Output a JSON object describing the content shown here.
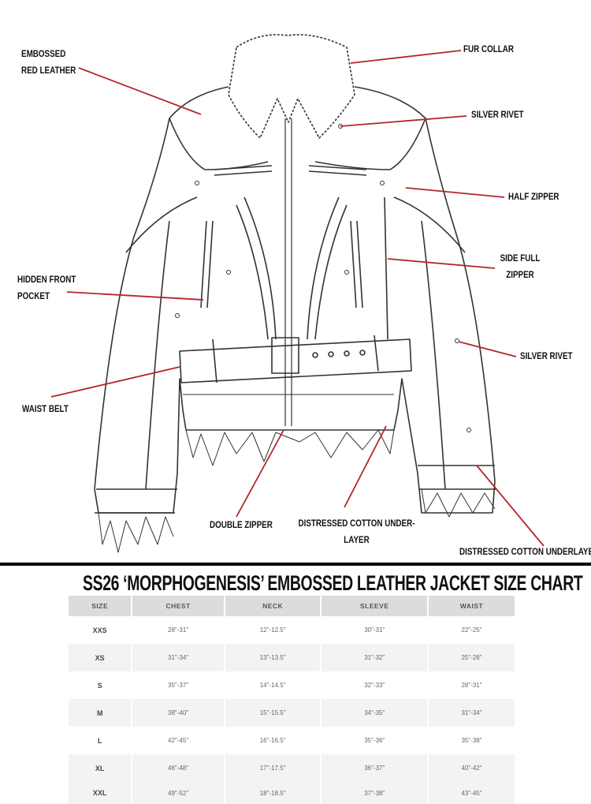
{
  "callouts": {
    "embossed_red_leather": "EMBOSSED RED LEATHER",
    "fur_collar": "FUR COLLAR",
    "silver_rivet_top": "SILVER RIVET",
    "half_zipper": "HALF ZIPPER",
    "side_full_zipper": "SIDE FULL ZIPPER",
    "hidden_front_pocket": "HIDDEN FRONT POCKET",
    "silver_rivet_sleeve": "SILVER RIVET",
    "waist_belt": "WAIST BELT",
    "double_zipper": "DOUBLE ZIPPER",
    "distressed_cotton_under_layer": "DISTRESSED COTTON UNDER-LAYER",
    "distressed_cotton_underlayer": "DISTRESSED COTTON UNDERLAYER"
  },
  "colors": {
    "leader_line": "#b3262d",
    "sketch": "#333333"
  },
  "size_chart": {
    "title": "SS26 ‘MORPHOGENESIS’ EMBOSSED LEATHER JACKET SIZE CHART",
    "headers": [
      "SIZE",
      "CHEST",
      "NECK",
      "SLEEVE",
      "WAIST"
    ],
    "rows": [
      [
        "XXS",
        "28\"-31\"",
        "12\"-12.5\"",
        "30\"-31\"",
        "22\"-25\""
      ],
      [
        "XS",
        "31\"-34\"",
        "13\"-13.5\"",
        "31\"-32\"",
        "25\"-28\""
      ],
      [
        "S",
        "35\"-37\"",
        "14\"-14.5\"",
        "32\"-33\"",
        "28\"-31\""
      ],
      [
        "M",
        "38\"-40\"",
        "15\"-15.5\"",
        "34\"-35\"",
        "31\"-34\""
      ],
      [
        "L",
        "42\"-45\"",
        "16\"-16.5\"",
        "35\"-36\"",
        "35\"-38\""
      ],
      [
        "XL",
        "46\"-48\"",
        "17\"-17.5\"",
        "36\"-37\"",
        "40\"-42\""
      ],
      [
        "XXL",
        "49\"-52\"",
        "18\"-18.5\"",
        "37\"-38\"",
        "43\"-45\""
      ]
    ]
  }
}
